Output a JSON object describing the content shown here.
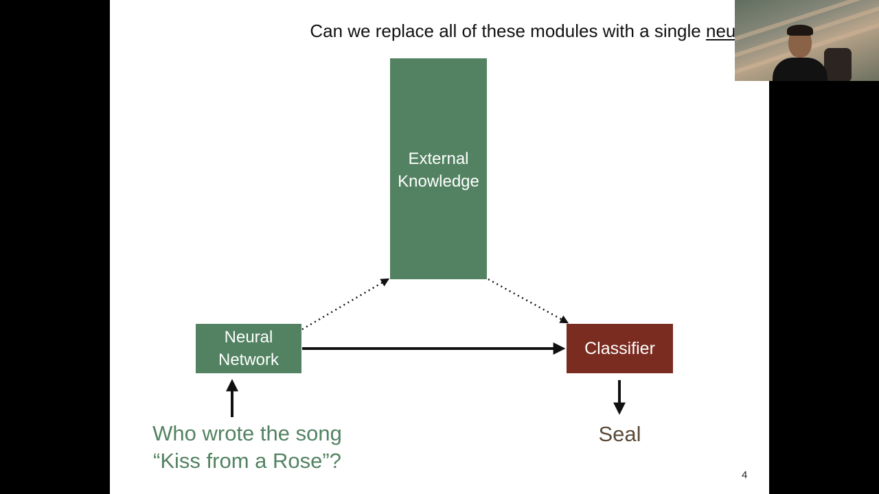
{
  "slide": {
    "title_before": "Can we replace all of these modules with a single ",
    "title_underlined": "neural network",
    "title_after": "?",
    "page_number": "4"
  },
  "diagram": {
    "external_knowledge": "External\nKnowledge",
    "neural_network": "Neural\nNetwork",
    "classifier": "Classifier",
    "question": "Who wrote the song\n“Kiss from a Rose”?",
    "answer": "Seal"
  },
  "colors": {
    "green_box": "#528261",
    "classifier_box": "#7a2c20",
    "question_text": "#528261",
    "answer_text": "#5a4a38"
  }
}
